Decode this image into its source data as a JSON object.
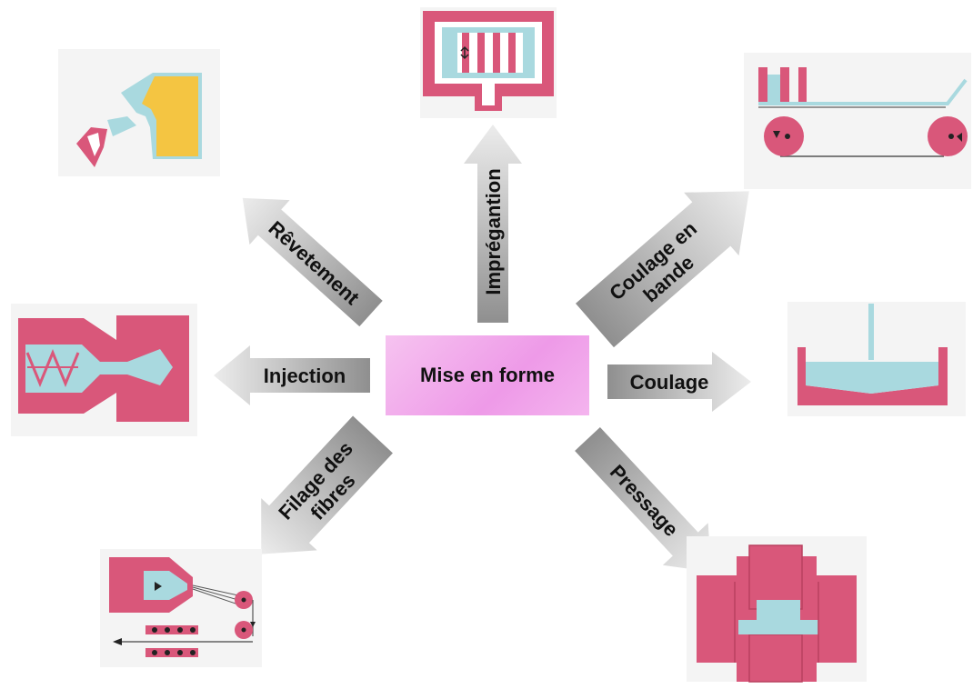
{
  "center": {
    "label": "Mise en forme"
  },
  "processes": {
    "impregnation": "Imprégantion",
    "coulage_bande": [
      "Coulage en",
      "bande"
    ],
    "coulage": "Coulage",
    "pressage": "Pressage",
    "filage": [
      "Filage des",
      "fibres"
    ],
    "injection": "Injection",
    "revetement": "Rêvetement"
  },
  "colors": {
    "pink": "#d9577a",
    "light_blue": "#a9d9df",
    "yellow": "#f4c542",
    "center_fill": "#f0a6ea",
    "arrow_dark": "#8a8a8a",
    "arrow_light": "#e4e4e4"
  }
}
